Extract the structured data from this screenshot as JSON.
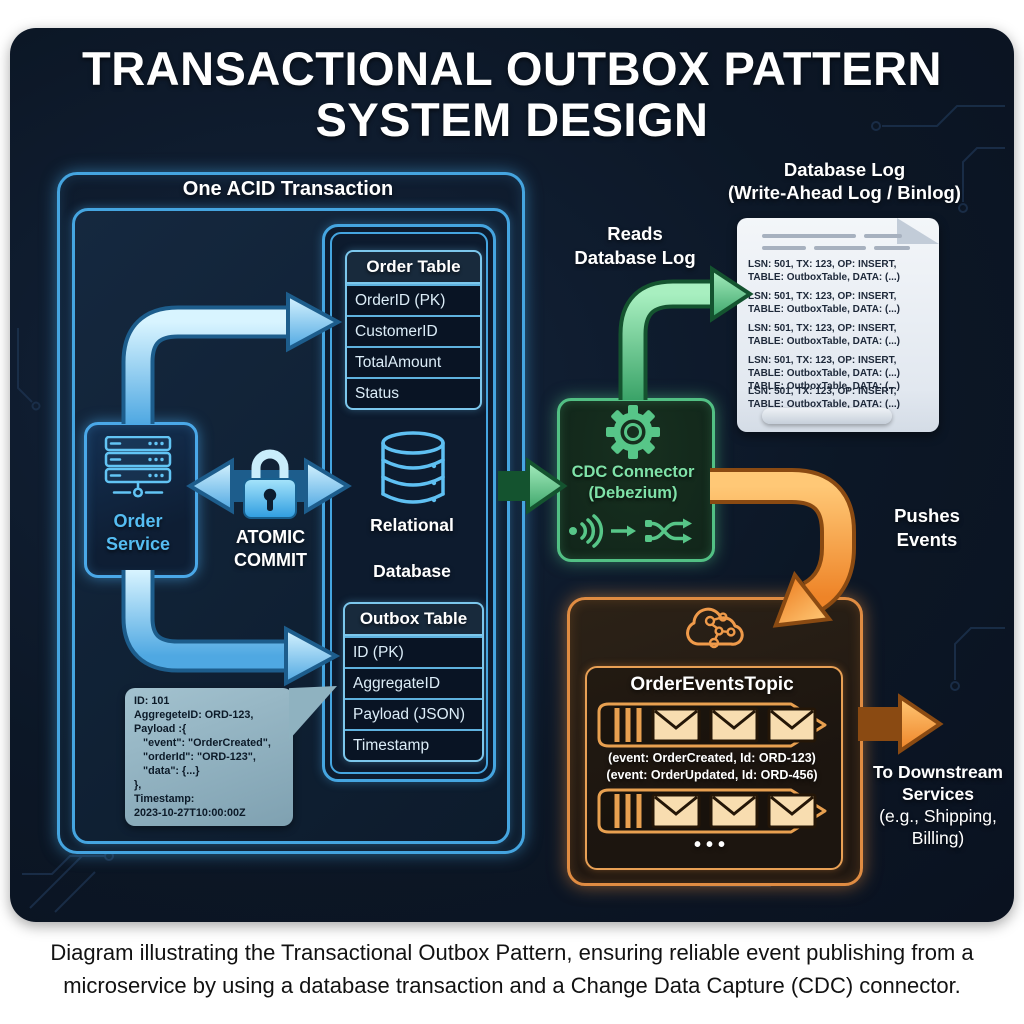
{
  "title": {
    "line1": "TRANSACTIONAL OUTBOX PATTERN",
    "line2": "SYSTEM DESIGN"
  },
  "acid": {
    "label": "One ACID Transaction",
    "order_service": {
      "line1": "Order",
      "line2": "Service"
    },
    "atomic_commit": {
      "line1": "ATOMIC",
      "line2": "COMMIT"
    },
    "database": {
      "line1": "Relational",
      "line2": "Database"
    },
    "order_table": {
      "header": "Order Table",
      "rows": [
        "OrderID (PK)",
        "CustomerID",
        "TotalAmount",
        "Status"
      ]
    },
    "outbox_table": {
      "header": "Outbox Table",
      "rows": [
        "ID (PK)",
        "AggregateID",
        "Payload (JSON)",
        "Timestamp"
      ]
    },
    "outbox_record_note": "ID: 101\nAggregeteID: ORD-123,\nPayload :{\n   \"event\": \"OrderCreated\",\n   \"orderId\": \"ORD-123\",\n   \"data\": {...}\n},\nTimestamp:\n2023-10-27T10:00:00Z"
  },
  "cdc": {
    "line1": "CDC Connector",
    "line2": "(Debezium)"
  },
  "labels": {
    "reads": "Reads\nDatabase Log",
    "pushes": "Pushes\nEvents",
    "downstream_bold": "To Downstream\nServices",
    "downstream_regular": "(e.g., Shipping,\nBilling)"
  },
  "database_log": {
    "title": "Database Log\n(Write-Ahead Log / Binlog)",
    "entries": [
      "LSN: 501, TX: 123, OP: INSERT,\nTABLE: OutboxTable, DATA: (...)",
      "LSN: 501, TX: 123, OP: INSERT,\nTABLE: OutboxTable, DATA: (...)",
      "LSN: 501, TX: 123, OP: INSERT,\nTABLE: OutboxTable, DATA: (...)",
      "LSN: 501, TX: 123, OP: INSERT,\nTABLE: OutboxTable, DATA: (...)\nTABLE: OutboxTable, DATA: (...)",
      "LSN: 501, TX: 123, OP: INSERT,\nTABLE: OutboxTable, DATA: (...)"
    ]
  },
  "topic": {
    "name": "OrderEventsTopic",
    "events": "(event: OrderCreated, Id: ORD-123)\n(event: OrderUpdated, Id: ORD-456)",
    "more": "•••"
  },
  "caption": "Diagram illustrating the Transactional Outbox Pattern, ensuring reliable event publishing from a microservice by using a database transaction and a Change Data Capture (CDC) connector.",
  "colors": {
    "blue": "#4aa8e0",
    "light_blue": "#bfeaff",
    "green": "#57c688",
    "orange": "#ee8f3a",
    "panel_bg": "#0c1726",
    "scroll_bg": "#e9edf3",
    "bubble_bg": "#8fb2c0"
  }
}
